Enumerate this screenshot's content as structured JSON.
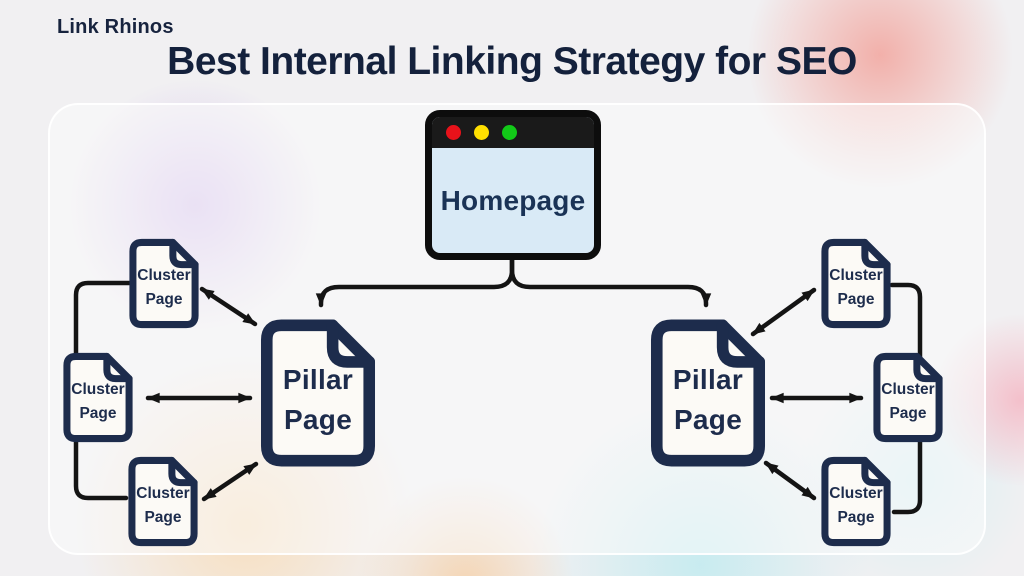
{
  "header": {
    "logo": "Link Rhinos",
    "title": "Best Internal Linking Strategy for SEO"
  },
  "diagram": {
    "homepage": {
      "label": "Homepage"
    },
    "pillars": [
      {
        "line1": "Pillar",
        "line2": "Page"
      },
      {
        "line1": "Pillar",
        "line2": "Page"
      }
    ],
    "clusters": [
      {
        "line1": "Cluster",
        "line2": "Page"
      },
      {
        "line1": "Cluster",
        "line2": "Page"
      },
      {
        "line1": "Cluster",
        "line2": "Page"
      },
      {
        "line1": "Cluster",
        "line2": "Page"
      },
      {
        "line1": "Cluster",
        "line2": "Page"
      },
      {
        "line1": "Cluster",
        "line2": "Page"
      }
    ]
  },
  "colors": {
    "navy": "#1d2c4c",
    "title_text": "#14213c",
    "line_black": "#141414",
    "homepage_fill": "#d9eaf6",
    "document_fill": "#fcfaf6",
    "traffic_red": "#e8121a",
    "traffic_yellow": "#ffdf00",
    "traffic_green": "#12c918"
  }
}
